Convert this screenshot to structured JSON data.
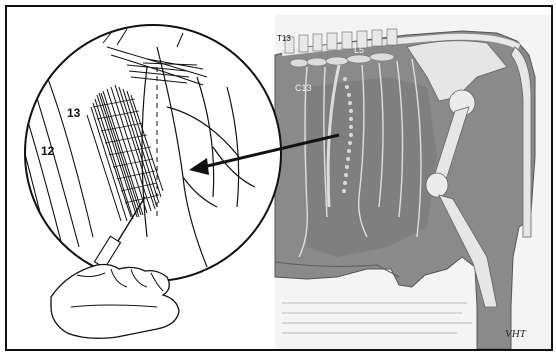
{
  "figure": {
    "left_panel": {
      "rib_labels": [
        "13",
        "12"
      ]
    },
    "right_panel": {
      "vertebra_labels": [
        "T13",
        "L5",
        "C13"
      ],
      "signature": "VHT"
    },
    "colors": {
      "frame": "#111111",
      "body_fill": "#8a8a8a",
      "bone_fill": "#e6e6e6",
      "line_art": "#111111",
      "background": "#ffffff"
    }
  }
}
